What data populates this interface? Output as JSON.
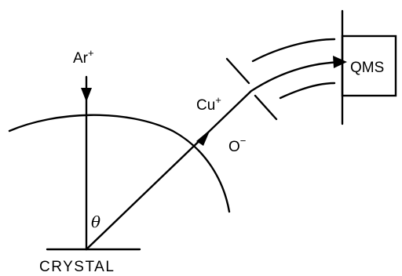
{
  "labels": {
    "ion_beam": "Ar",
    "ion_beam_charge": "+",
    "positive_ion": "Cu",
    "positive_ion_charge": "+",
    "negative_ion": "O",
    "negative_ion_charge": "−",
    "angle": "θ",
    "detector": "QMS",
    "target": "CRYSTAL"
  }
}
